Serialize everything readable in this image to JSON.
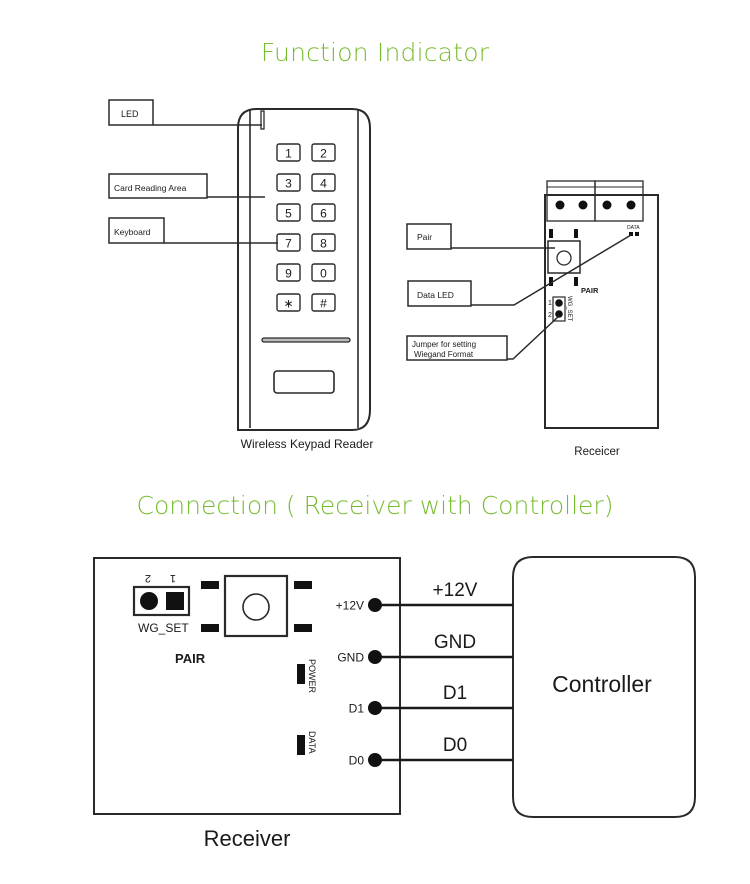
{
  "section1": {
    "title": "Function Indicator",
    "keypad": {
      "caption": "Wireless Keypad Reader",
      "callouts": [
        "LED",
        "Card Reading Area",
        "Keyboard"
      ],
      "keys": [
        "1",
        "2",
        "3",
        "4",
        "5",
        "6",
        "7",
        "8",
        "9",
        "0",
        "∗",
        "#"
      ]
    },
    "receiver": {
      "caption": "Receicer",
      "callouts": [
        "Pair",
        "Data LED",
        "Jumper for setting",
        "Wiegand Format"
      ],
      "pair_label": "PAIR",
      "data_led_label": "DATA",
      "jumper_label": "WG_SET",
      "jumper_pins": [
        "1",
        "2"
      ]
    }
  },
  "section2": {
    "title": "Connection ( Receiver with Controller)",
    "receiver": {
      "caption": "Receiver",
      "pair_label": "PAIR",
      "jumper_label": "WG_SET",
      "jumper_pins": [
        "2",
        "1"
      ],
      "power_led_label": "POWER",
      "data_led_label": "DATA"
    },
    "terminals": [
      "+12V",
      "GND",
      "D1",
      "D0"
    ],
    "wires": [
      "+12V",
      "GND",
      "D1",
      "D0"
    ],
    "controller_label": "Controller"
  }
}
